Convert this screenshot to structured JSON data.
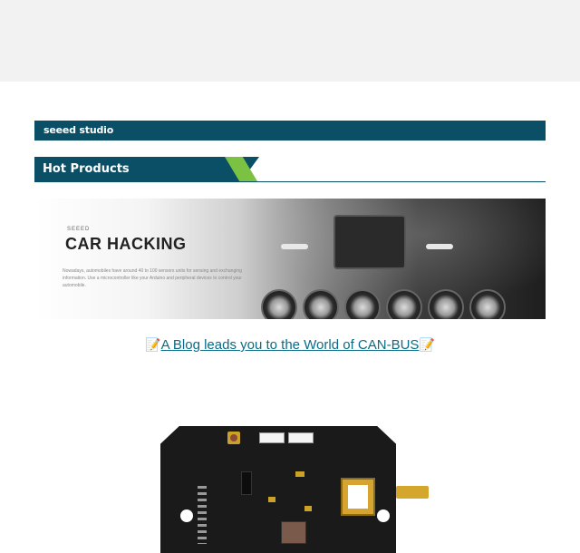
{
  "brand": {
    "name": "seeed studio"
  },
  "section": {
    "title": "Hot Products"
  },
  "banner": {
    "brand_small": "SEEED",
    "title": "CAR HACKING",
    "description": "Nowadays, automobiles have around 40 to 100 sensors units for sensing and exchanging information. Use a microcontroller like your Arduino and peripheral devices to control your automobile."
  },
  "blog_link": {
    "label": "A Blog leads you to the World of CAN-BUS",
    "emoji": "📝"
  },
  "colors": {
    "brand_bar": "#0b4f66",
    "accent_green": "#7cc242",
    "link": "#0a6c86"
  }
}
